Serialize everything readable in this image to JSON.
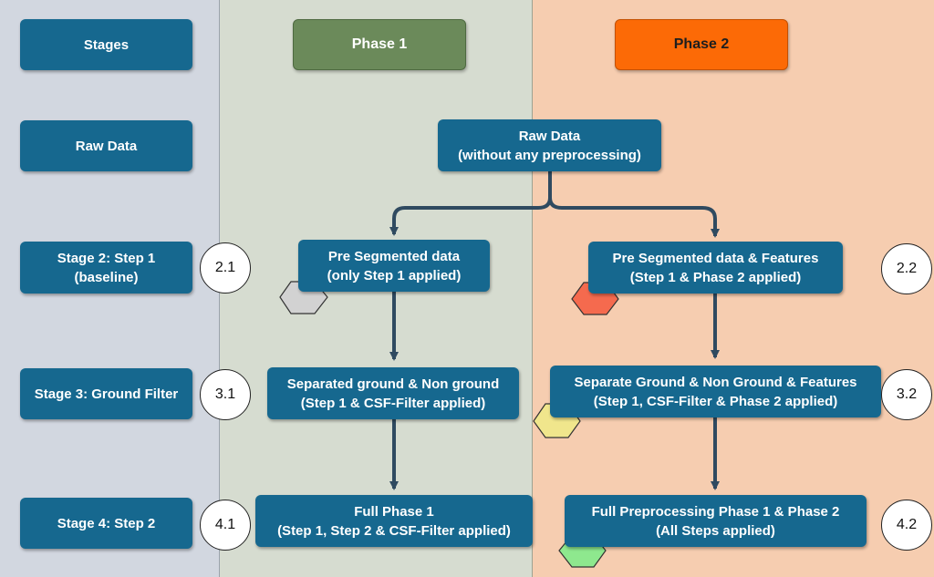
{
  "stages": {
    "header": "Stages",
    "rows": [
      "Raw Data",
      "Stage 2: Step 1\n(baseline)",
      "Stage 3: Ground Filter",
      "Stage 4: Step 2"
    ]
  },
  "phases": {
    "phase1": {
      "label": "Phase 1",
      "color": "#6b8a5a"
    },
    "phase2": {
      "label": "Phase 2",
      "color": "#fc6a06"
    }
  },
  "nodes": {
    "raw": "Raw Data\n(without any preprocessing)",
    "p1_s2": "Pre Segmented data\n(only Step 1 applied)",
    "p1_s3": "Separated ground & Non ground\n(Step 1 & CSF-Filter applied)",
    "p1_s4": "Full Phase 1\n(Step 1, Step 2 & CSF-Filter applied)",
    "p2_s2": "Pre Segmented data & Features\n(Step 1 & Phase 2 applied)",
    "p2_s3": "Separate Ground & Non Ground & Features\n(Step 1, CSF-Filter & Phase 2 applied)",
    "p2_s4": "Full Preprocessing Phase 1 & Phase 2\n(All Steps applied)"
  },
  "numbers": {
    "n21": "2.1",
    "n22": "2.2",
    "n31": "3.1",
    "n32": "3.2",
    "n41": "4.1",
    "n42": "4.2"
  },
  "colors": {
    "box": "#16688f",
    "arrow": "#2f4a60",
    "marker_gray": "#d2d2d2",
    "marker_red": "#f56a4e",
    "marker_yellow": "#f0e68c",
    "marker_green": "#8ee88e"
  }
}
